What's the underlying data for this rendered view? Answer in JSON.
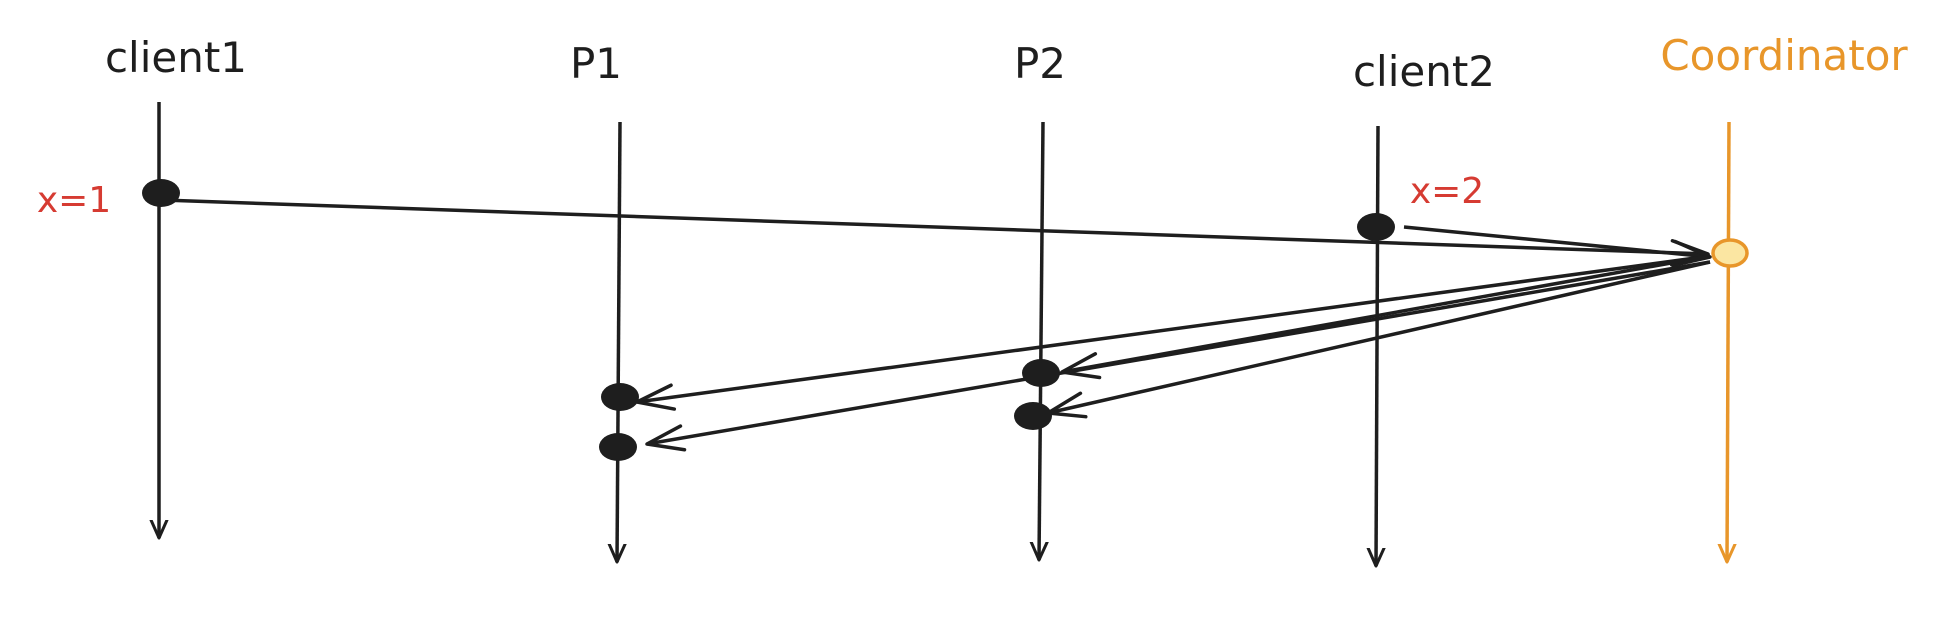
{
  "lanes": {
    "client1": {
      "label": "client1"
    },
    "p1": {
      "label": "P1"
    },
    "p2": {
      "label": "P2"
    },
    "client2": {
      "label": "client2"
    },
    "coordinator": {
      "label": "Coordinator"
    }
  },
  "annotations": {
    "client1_value": "x=1",
    "client2_value": "x=2"
  },
  "colors": {
    "ink": "#1e1e1e",
    "coordinator": "#e8962a",
    "coordinator_event_fill": "#fbe6a2",
    "value_annotation": "#d63b32"
  }
}
